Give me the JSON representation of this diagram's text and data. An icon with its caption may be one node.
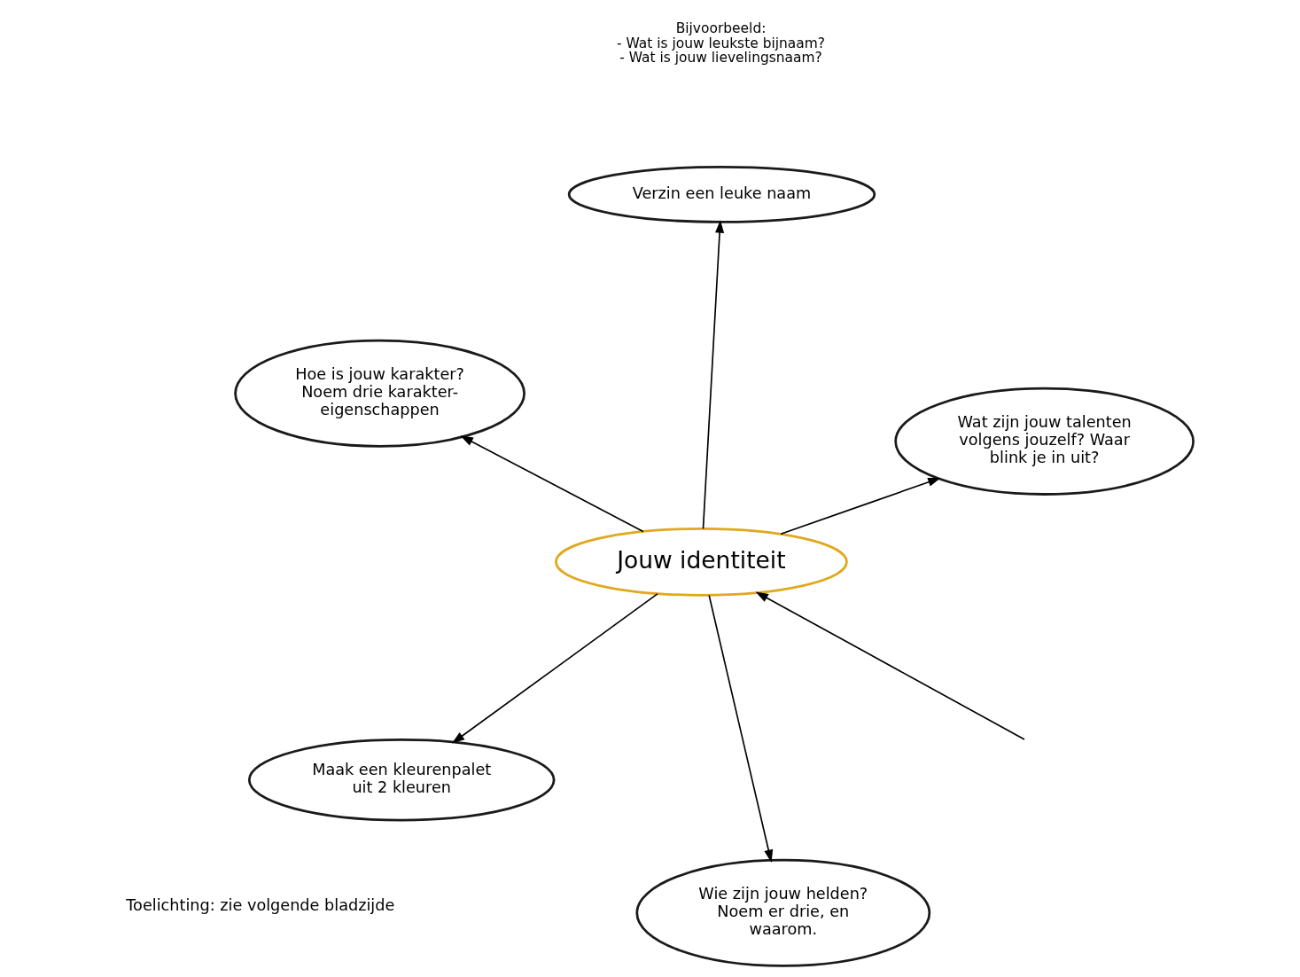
{
  "diagram": {
    "nodes": [
      {
        "text": [
          "Jouw identiteit"
        ]
      },
      {
        "text": [
          "Wat zijn jouw talenten volgens jouzelf? Waar blink je in uit?"
        ]
      },
      {
        "text": [
          "Wie zijn jouw helden? Noem er drie, en waarom."
        ]
      },
      {
        "text": [
          "Hoe is jouw karakter? Noem drie karakter- eigenschappen"
        ]
      },
      {
        "text": [
          "Verzin een leuke naam"
        ],
        "beside": [
          "Bijvoorbeeld:",
          "- Wat is jouw leukste bijnaam?",
          "- Wat is jouw lievelingsnaam?"
        ]
      },
      {
        "text": [
          "Maak een kleurenpalet uit 2 kleuren"
        ]
      }
    ],
    "edges": [
      {
        "from": 0,
        "to": 1,
        "arrow": "to"
      },
      {
        "from": 0,
        "to": 2,
        "arrow": "to"
      },
      {
        "from": 0,
        "to": 3,
        "arrow": "to"
      },
      {
        "from": 0,
        "to": 4,
        "arrow": "to"
      },
      {
        "from": 0,
        "to": 5,
        "arrow": "to"
      },
      {
        "from": null,
        "to": 0,
        "arrow": "to"
      }
    ],
    "labels": [
      "Toelichting: zie volgende bladzijde"
    ]
  }
}
